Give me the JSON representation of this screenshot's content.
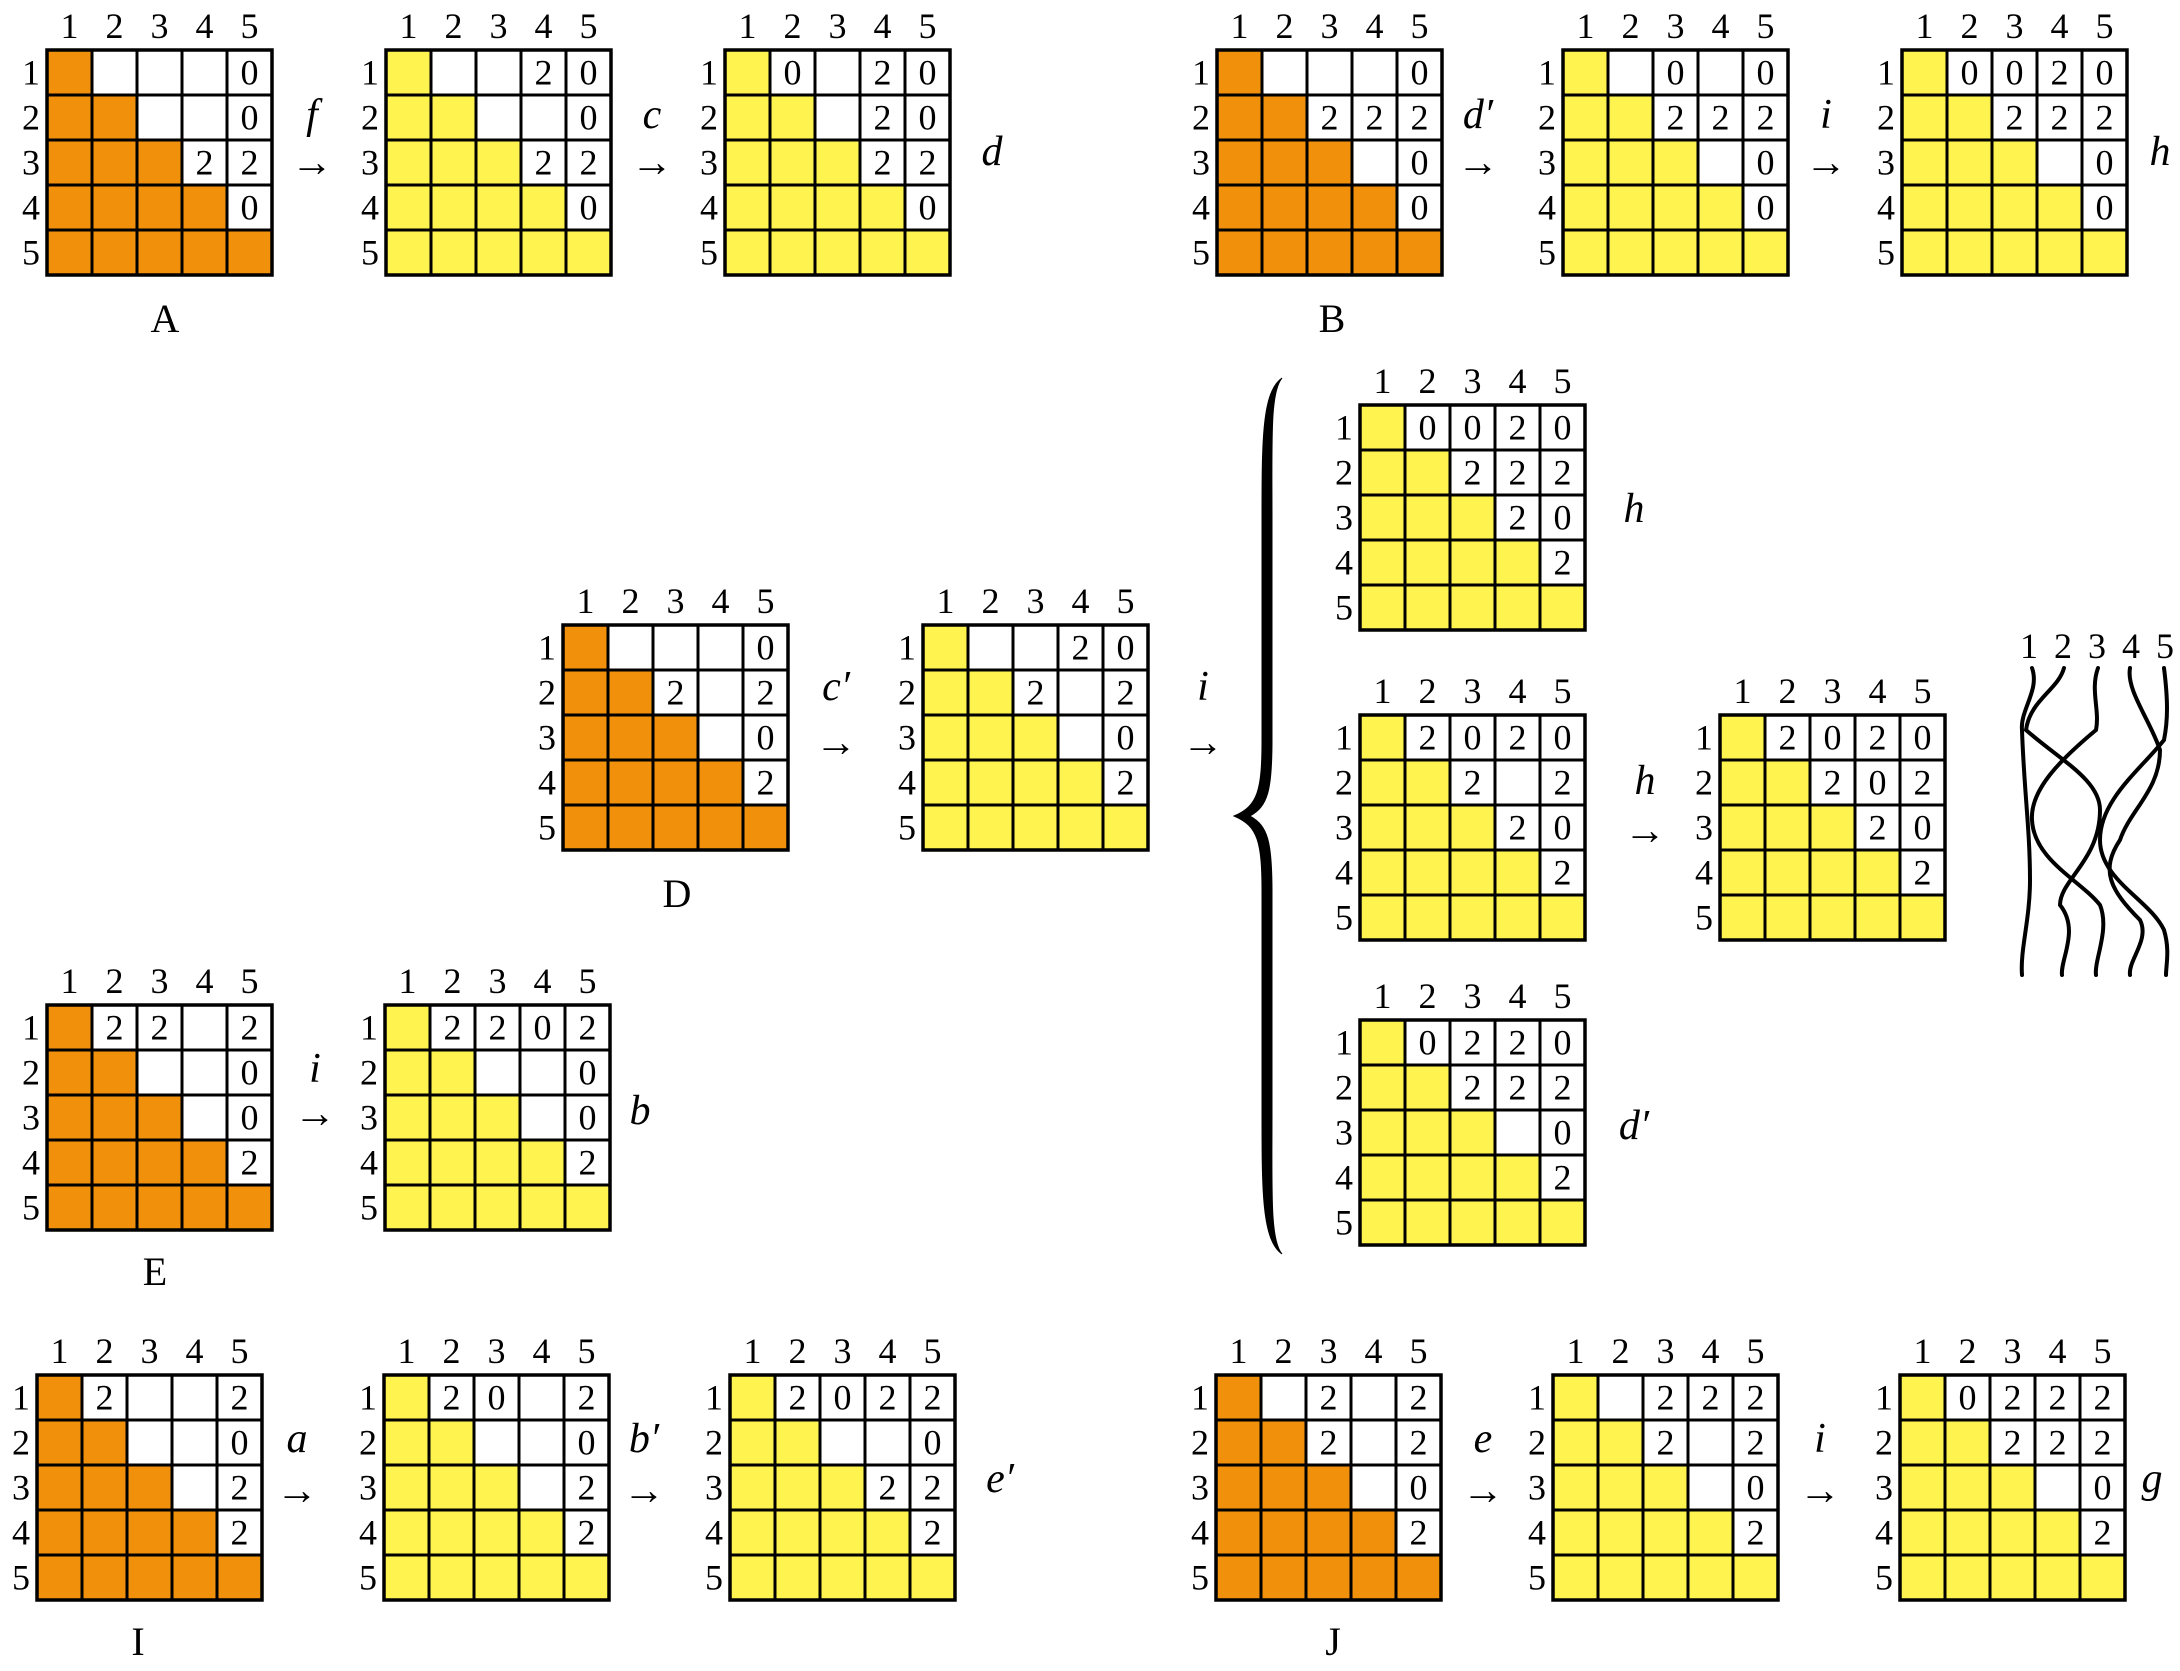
{
  "colors": {
    "orange": "#f0900b",
    "yellow": "#fef34f",
    "white": "#ffffff",
    "line": "#000000"
  },
  "column_indices": [
    "1",
    "2",
    "3",
    "4",
    "5"
  ],
  "row_indices": [
    "1",
    "2",
    "3",
    "4",
    "5"
  ],
  "arrow_glyph": "→",
  "labels": {
    "A": "A",
    "B": "B",
    "D": "D",
    "E": "E",
    "I": "I",
    "J": "J"
  },
  "ops": {
    "f": "f",
    "c": "c",
    "d": "d",
    "d_prime": "d′",
    "i": "i",
    "h": "h",
    "c_prime": "c′",
    "b": "b",
    "a": "a",
    "b_prime": "b′",
    "e_prime": "e′",
    "e": "e",
    "g": "g"
  },
  "braid": {
    "strand_labels": [
      "1",
      "2",
      "3",
      "4",
      "5"
    ],
    "strands": 5,
    "shown_as": "braid diagram"
  },
  "grids": [
    {
      "id": "A",
      "fill": "orange",
      "rows": [
        "....0",
        "....0",
        "...22",
        "....0",
        "....."
      ]
    },
    {
      "id": "A2",
      "fill": "yellow",
      "rows": [
        "...20",
        "....0",
        "...22",
        "....0",
        "....."
      ]
    },
    {
      "id": "A3",
      "fill": "yellow",
      "rows": [
        ".0.20",
        "...20",
        "...22",
        "....0",
        "....."
      ]
    },
    {
      "id": "B",
      "fill": "orange",
      "rows": [
        "....0",
        "..222",
        "....0",
        "....0",
        "....."
      ]
    },
    {
      "id": "B2",
      "fill": "yellow",
      "rows": [
        "..0.0",
        "..222",
        "....0",
        "....0",
        "....."
      ]
    },
    {
      "id": "B3",
      "fill": "yellow",
      "rows": [
        ".0020",
        "..222",
        "....0",
        "....0",
        "....."
      ]
    },
    {
      "id": "D",
      "fill": "orange",
      "rows": [
        "....0",
        "..2.2",
        "....0",
        "....2",
        "....."
      ]
    },
    {
      "id": "D2",
      "fill": "yellow",
      "rows": [
        "...20",
        "..2.2",
        "....0",
        "....2",
        "....."
      ]
    },
    {
      "id": "Dh",
      "fill": "yellow",
      "rows": [
        ".0020",
        "..222",
        "...20",
        "....2",
        "....."
      ]
    },
    {
      "id": "Dm",
      "fill": "yellow",
      "rows": [
        ".2020",
        "..2.2",
        "...20",
        "....2",
        "....."
      ]
    },
    {
      "id": "Dmh",
      "fill": "yellow",
      "rows": [
        ".2020",
        "..202",
        "...20",
        "....2",
        "....."
      ]
    },
    {
      "id": "Dd",
      "fill": "yellow",
      "rows": [
        ".0220",
        "..222",
        "....0",
        "....2",
        "....."
      ]
    },
    {
      "id": "E",
      "fill": "orange",
      "rows": [
        ".22.2",
        "....0",
        "....0",
        "....2",
        "....."
      ]
    },
    {
      "id": "E2",
      "fill": "yellow",
      "rows": [
        ".2202",
        "....0",
        "....0",
        "....2",
        "....."
      ]
    },
    {
      "id": "I",
      "fill": "orange",
      "rows": [
        ".2..2",
        "....0",
        "....2",
        "....2",
        "....."
      ]
    },
    {
      "id": "I2",
      "fill": "yellow",
      "rows": [
        ".20.2",
        "....0",
        "....2",
        "....2",
        "....."
      ]
    },
    {
      "id": "I3",
      "fill": "yellow",
      "rows": [
        ".2022",
        "....0",
        "...22",
        "....2",
        "....."
      ]
    },
    {
      "id": "J",
      "fill": "orange",
      "rows": [
        "..2.2",
        "..2.2",
        "....0",
        "....2",
        "....."
      ]
    },
    {
      "id": "J2",
      "fill": "yellow",
      "rows": [
        "..222",
        "..2.2",
        "....0",
        "....2",
        "....."
      ]
    },
    {
      "id": "J3",
      "fill": "yellow",
      "rows": [
        ".0222",
        "..222",
        "....0",
        "....2",
        "....."
      ]
    }
  ]
}
